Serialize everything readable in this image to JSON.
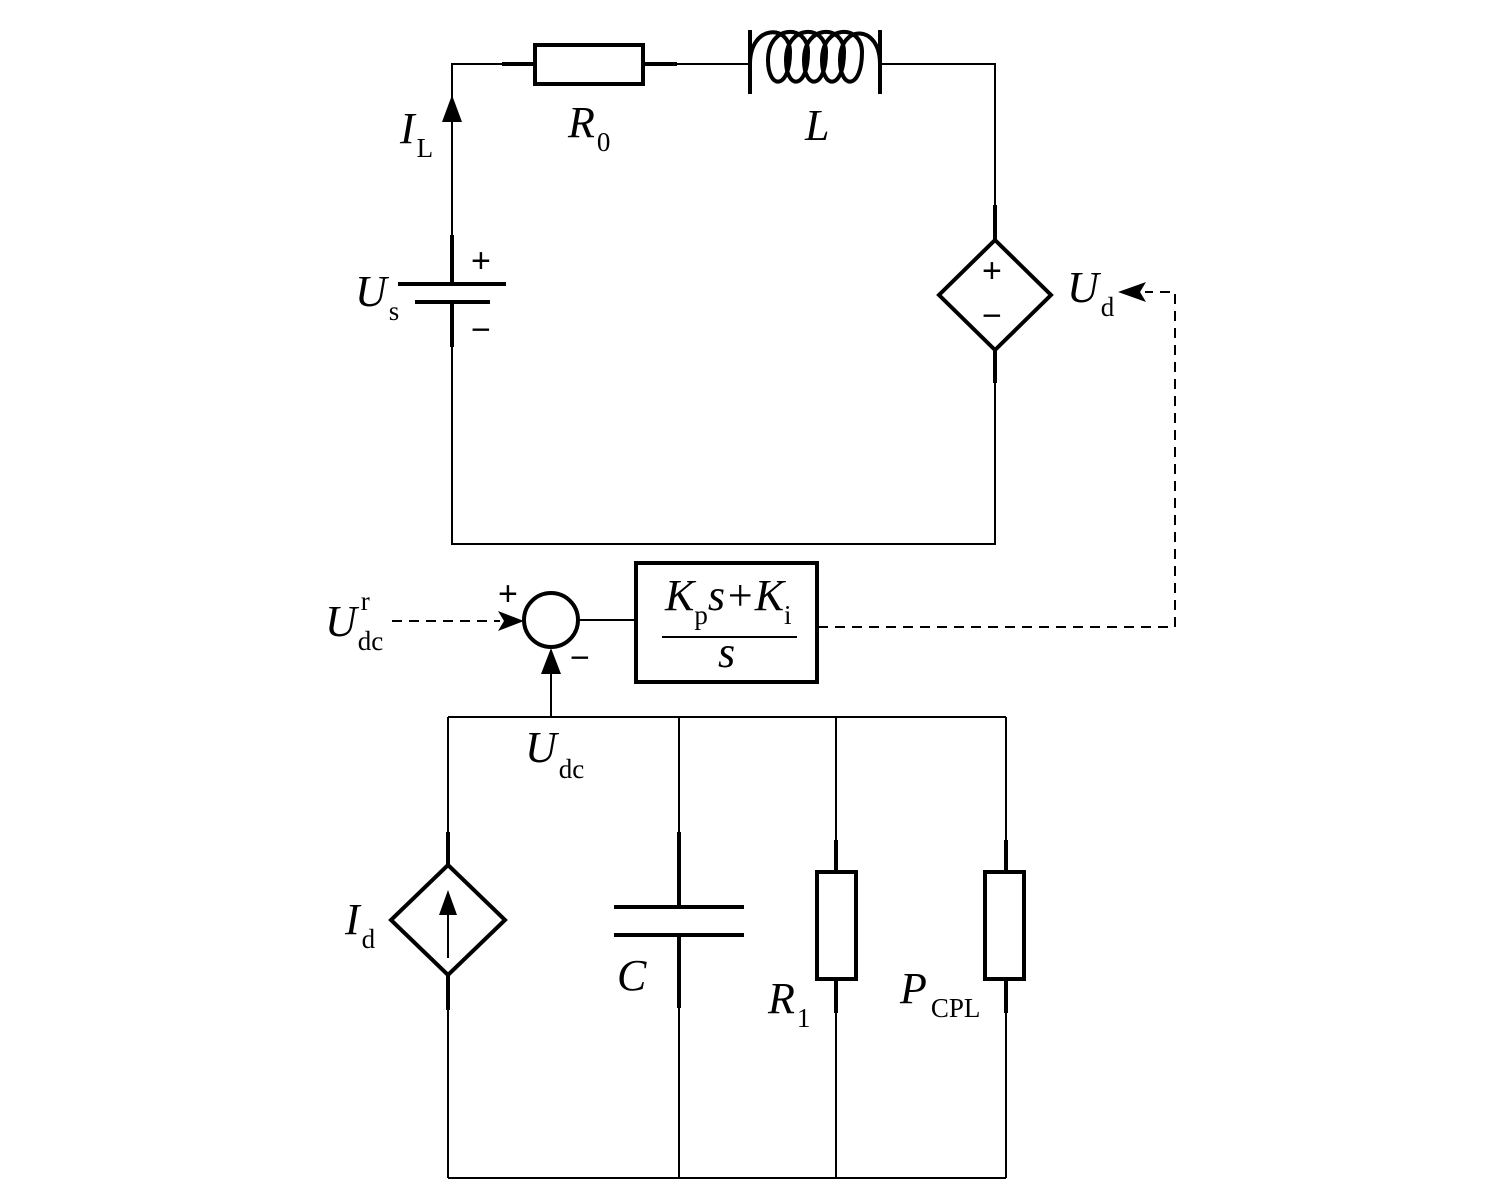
{
  "labels": {
    "IL": {
      "main": "I",
      "sub": "L"
    },
    "R0": {
      "main": "R",
      "sub": "0"
    },
    "L": {
      "main": "L"
    },
    "Us": {
      "main": "U",
      "sub": "s"
    },
    "Ud": {
      "main": "U",
      "sub": "d"
    },
    "Udcr": {
      "main": "U",
      "sub": "dc",
      "sup": "r"
    },
    "Udc": {
      "main": "U",
      "sub": "dc"
    },
    "Id": {
      "main": "I",
      "sub": "d"
    },
    "C": {
      "main": "C"
    },
    "R1": {
      "main": "R",
      "sub": "1"
    },
    "Pcpl": {
      "main": "P",
      "sub": "CPL"
    }
  },
  "controller": {
    "kp_main": "K",
    "kp_sub": "p",
    "mid": "s+",
    "ki_main": "K",
    "ki_sub": "i",
    "denominator": "s"
  },
  "signs": {
    "plus": "+",
    "minus": "−"
  }
}
